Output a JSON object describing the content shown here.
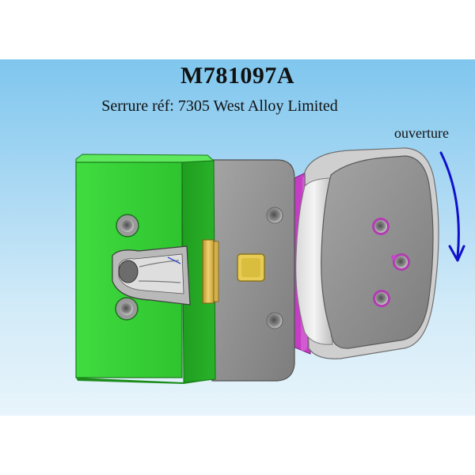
{
  "header": {
    "title": "M781097A",
    "subtitle": "Serrure réf: 7305  West Alloy Limited"
  },
  "annotation": {
    "label": "ouverture"
  },
  "colors": {
    "background_top": "#7fc6ee",
    "housing_green": "#33cc33",
    "plate_gray": "#8f8f8f",
    "latch_gold": "#e6c84a",
    "rotor_magenta": "#cc44cc",
    "arrow_blue": "#1010cc"
  }
}
